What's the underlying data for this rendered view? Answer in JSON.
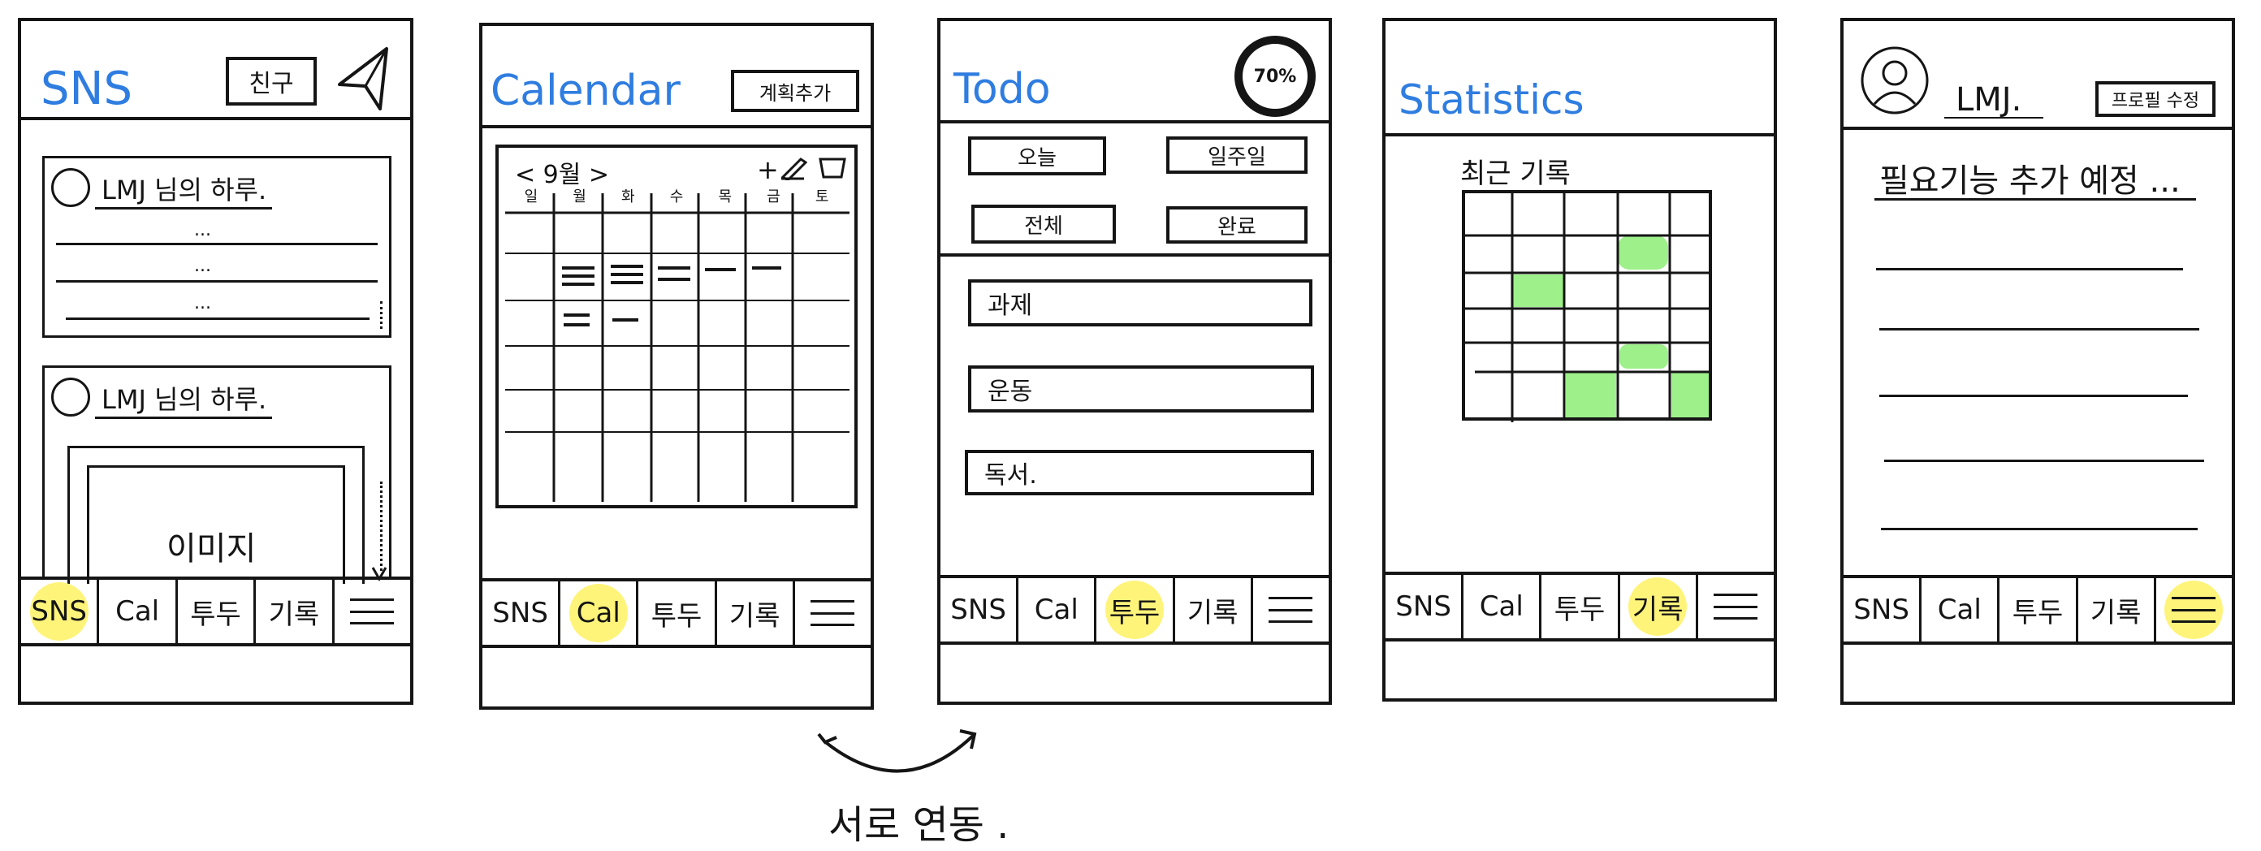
{
  "colors": {
    "title_blue": "#2f7de0",
    "highlight_yellow": "#fff263",
    "grid_green": "#9ef08a",
    "ink": "#151515"
  },
  "nav_tabs": [
    "SNS",
    "Cal",
    "투두",
    "기록"
  ],
  "nav_menu_icon": "hamburger-menu-icon",
  "screens": {
    "sns": {
      "title": "SNS",
      "friend_button": "친구",
      "send_icon": "paper-plane-icon",
      "posts": [
        {
          "author": "LMJ 님의 하루.",
          "lines": [
            "...",
            "...",
            "..."
          ]
        },
        {
          "author": "LMJ 님의 하루.",
          "image_label": "이미지"
        }
      ],
      "active_tab": 0
    },
    "calendar": {
      "title": "Calendar",
      "add_plan_button": "계획추가",
      "month_label": "< 9월 >",
      "tool_icons": [
        "plus-icon",
        "pencil-icon",
        "memo-icon"
      ],
      "weekdays": [
        "일",
        "월",
        "화",
        "수",
        "목",
        "금",
        "토"
      ],
      "active_tab": 1
    },
    "todo": {
      "title": "Todo",
      "progress": "70%",
      "filters": [
        "오늘",
        "일주일",
        "전체",
        "완료"
      ],
      "items": [
        "과제",
        "운동",
        "독서."
      ],
      "active_tab": 2
    },
    "statistics": {
      "title": "Statistics",
      "recent_label": "최근 기록",
      "active_tab": 3
    },
    "profile": {
      "user_name": "LMJ.",
      "edit_profile_button": "프로필 수정",
      "upcoming_note": "필요기능 추가 예정 ...",
      "active_tab": 4
    }
  },
  "link_note": "서로 연동 ."
}
